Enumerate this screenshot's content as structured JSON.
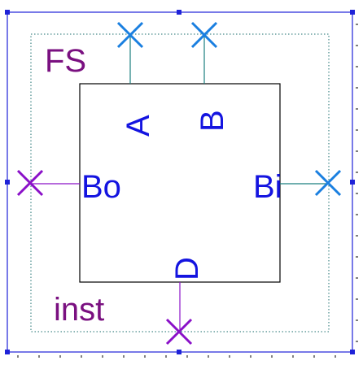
{
  "symbol": {
    "cell_name": "FS",
    "instance_name": "inst",
    "colors": {
      "selection_box": "#1e22d8",
      "outline": "#000000",
      "inner_dotted": "#1a6e6e",
      "cell_label": "#7a1080",
      "pin_label": "#1414e0",
      "pin_x_top_right": "#1a7fe0",
      "pin_x_left_bottom": "#8a10c8",
      "pin_line_top": "#1a7f7f",
      "pin_line_side": "#8a10c8"
    }
  },
  "pins": [
    {
      "id": "A",
      "label": "A",
      "side": "top",
      "marker": "x",
      "icon": "pin-x-icon"
    },
    {
      "id": "B",
      "label": "B",
      "side": "top",
      "marker": "x",
      "icon": "pin-x-icon"
    },
    {
      "id": "Bo",
      "label": "Bo",
      "side": "left",
      "marker": "x",
      "icon": "pin-x-icon"
    },
    {
      "id": "Bi",
      "label": "Bi",
      "side": "right",
      "marker": "x",
      "icon": "pin-x-icon"
    },
    {
      "id": "D",
      "label": "D",
      "side": "bottom",
      "marker": "x",
      "icon": "pin-x-icon"
    }
  ]
}
